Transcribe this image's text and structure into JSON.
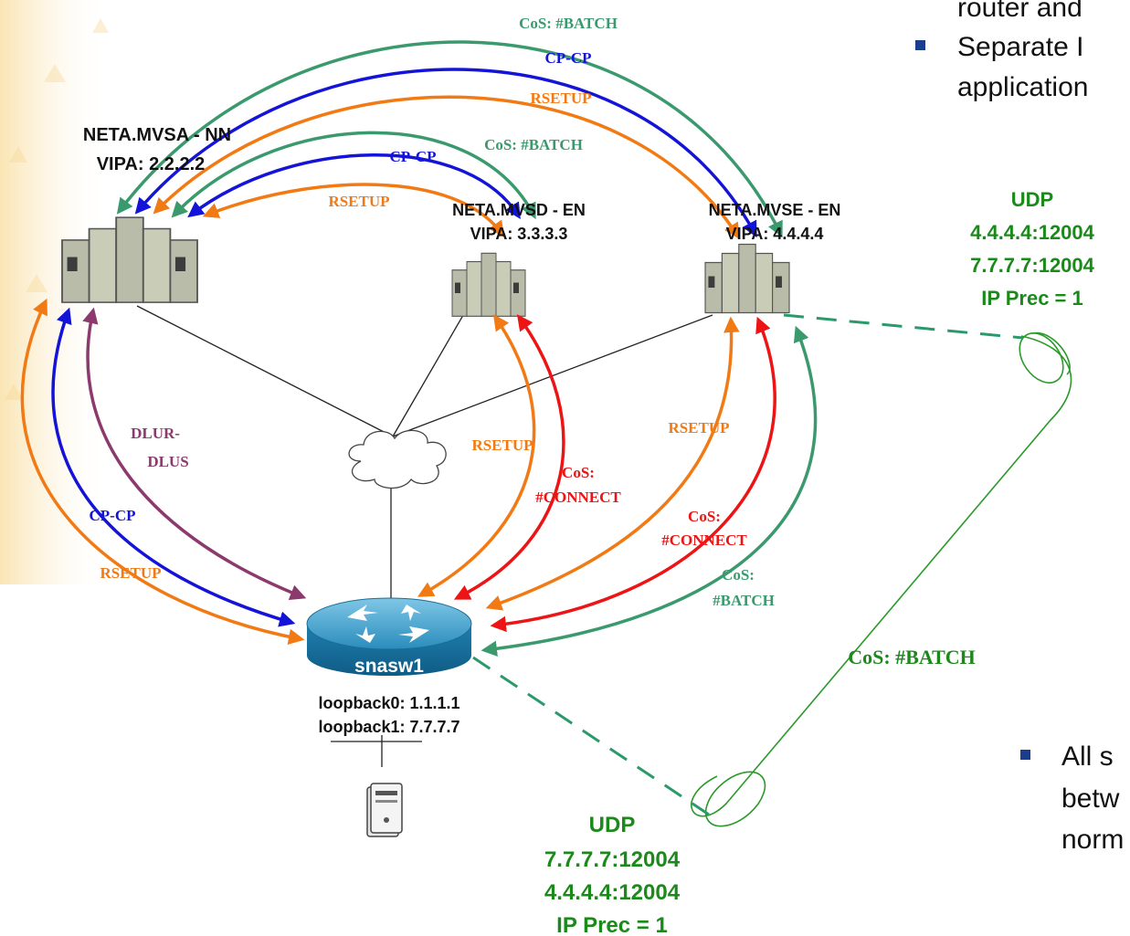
{
  "colors": {
    "green": "#3a9a6e",
    "blue": "#1414d8",
    "orange": "#f27a14",
    "red": "#ec1414",
    "purple": "#8c3a6e",
    "label_green": "#1b8a1b",
    "tunnel_green": "#2a9a2a",
    "router_blue": "#1877a6"
  },
  "nodes": {
    "mvsa": {
      "name": "NETA.MVSA - NN",
      "vipa": "VIPA: 2.2.2.2"
    },
    "mvsd": {
      "name": "NETA.MVSD - EN",
      "vipa": "VIPA: 3.3.3.3"
    },
    "mvse": {
      "name": "NETA.MVSE - EN",
      "vipa": "VIPA: 4.4.4.4"
    },
    "router": {
      "name": "snasw1",
      "loopback0": "loopback0: 1.1.1.1",
      "loopback1": "loopback1: 7.7.7.7"
    }
  },
  "labels": {
    "top_batch": "CoS: #BATCH",
    "top_cpcp": "CP-CP",
    "top_rsetup": "RSETUP",
    "mid_batch": "CoS: #BATCH",
    "mid_cpcp": "CP-CP",
    "mid_rsetup": "RSETUP",
    "dlur_1": "DLUR-",
    "dlur_2": "DLUS",
    "left_cpcp": "CP-CP",
    "left_rsetup": "RSETUP",
    "d_rsetup": "RSETUP",
    "d_cos_1": "CoS:",
    "d_cos_2": "#CONNECT",
    "e_rsetup": "RSETUP",
    "e_cos_1": "CoS:",
    "e_cos_2": "#CONNECT",
    "e_batch_1": "CoS:",
    "e_batch_2": "#BATCH",
    "tunnel_batch": "CoS: #BATCH"
  },
  "udp_right": {
    "line1": "UDP",
    "line2": "4.4.4.4:12004",
    "line3": "7.7.7.7:12004",
    "line4": "IP Prec = 1"
  },
  "udp_bottom": {
    "line1": "UDP",
    "line2": "7.7.7.7:12004",
    "line3": "4.4.4.4:12004",
    "line4": "IP Prec = 1"
  },
  "bullets": {
    "top1": "router and",
    "top2": "Separate I",
    "top3": "application",
    "bottom1": "All s",
    "bottom2": "betw",
    "bottom3": "norm"
  }
}
